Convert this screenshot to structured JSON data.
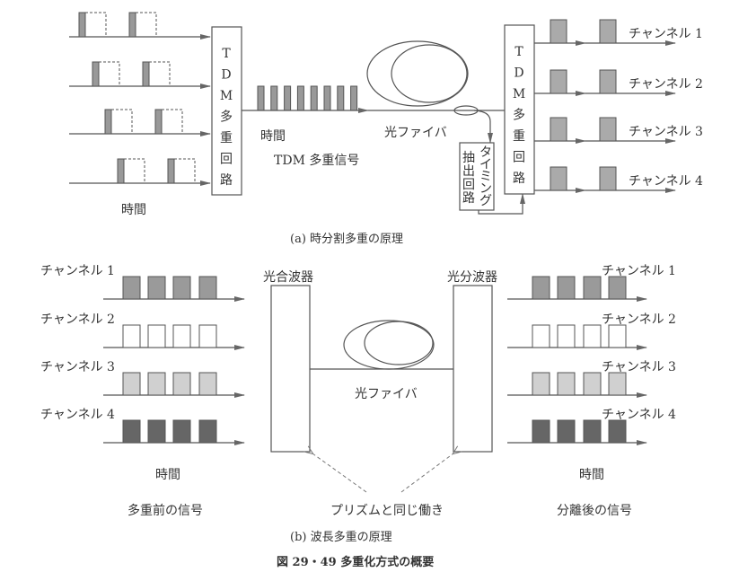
{
  "tdm": {
    "mux_box_chars": [
      "T",
      "D",
      "M",
      "多",
      "重",
      "回",
      "路"
    ],
    "demux_box_chars": [
      "T",
      "D",
      "M",
      "多",
      "重",
      "回",
      "路"
    ],
    "input_time_label": "時間",
    "mux_time_label": "時間",
    "mux_signal_label": "TDM 多重信号",
    "fiber_label": "光ファイバ",
    "timing_box_col1": [
      "タ",
      "イ",
      "ミ",
      "ン",
      "グ"
    ],
    "timing_box_col2": [
      "抽",
      "出",
      "回",
      "路"
    ],
    "channels": [
      "チャンネル 1",
      "チャンネル 2",
      "チャンネル 3",
      "チャンネル 4"
    ],
    "caption": "(a) 時分割多重の原理"
  },
  "wdm": {
    "channels_in": [
      "チャンネル 1",
      "チャンネル 2",
      "チャンネル 3",
      "チャンネル 4"
    ],
    "channels_out": [
      "チャンネル 1",
      "チャンネル 2",
      "チャンネル 3",
      "チャンネル 4"
    ],
    "combiner_label": "光合波器",
    "splitter_label": "光分波器",
    "fiber_label": "光ファイバ",
    "time_left": "時間",
    "time_right": "時間",
    "before_label": "多重前の信号",
    "after_label": "分離後の信号",
    "prism_label": "プリズムと同じ働き",
    "caption": "(b) 波長多重の原理",
    "channel_colors": [
      "#9a9a9a",
      "#ffffff",
      "#d0d0d0",
      "#666666"
    ]
  },
  "figure_caption": "図 29・49 多重化方式の概要"
}
